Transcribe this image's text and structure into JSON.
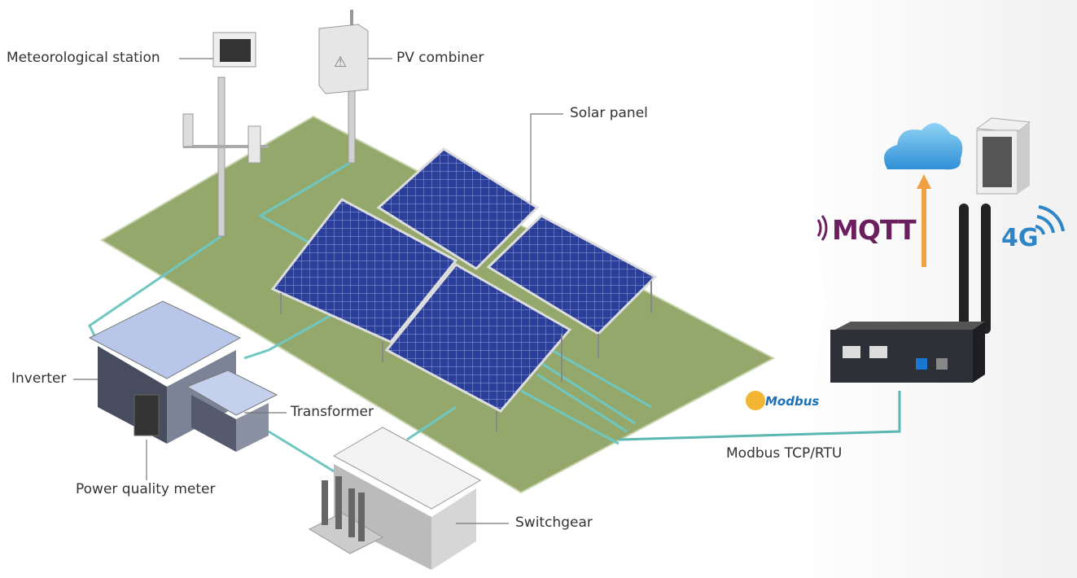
{
  "labels": {
    "meteorological_station": "Meteorological station",
    "pv_combiner": "PV combiner",
    "solar_panel": "Solar panel",
    "inverter": "Inverter",
    "transformer": "Transformer",
    "power_quality_meter": "Power quality meter",
    "switchgear": "Switchgear",
    "modbus_link": "Modbus TCP/RTU"
  },
  "logos": {
    "mqtt": "MQTT",
    "cellular": "4G",
    "modbus": "Modbus"
  },
  "colors": {
    "field": "#93a86a",
    "panel": "#2b3f9a",
    "cable": "#6fc7c2",
    "arrow": "#f0a040",
    "mqtt": "#6b1f5e",
    "cellular": "#2f86c6",
    "cloud": "#4aa8e0"
  }
}
